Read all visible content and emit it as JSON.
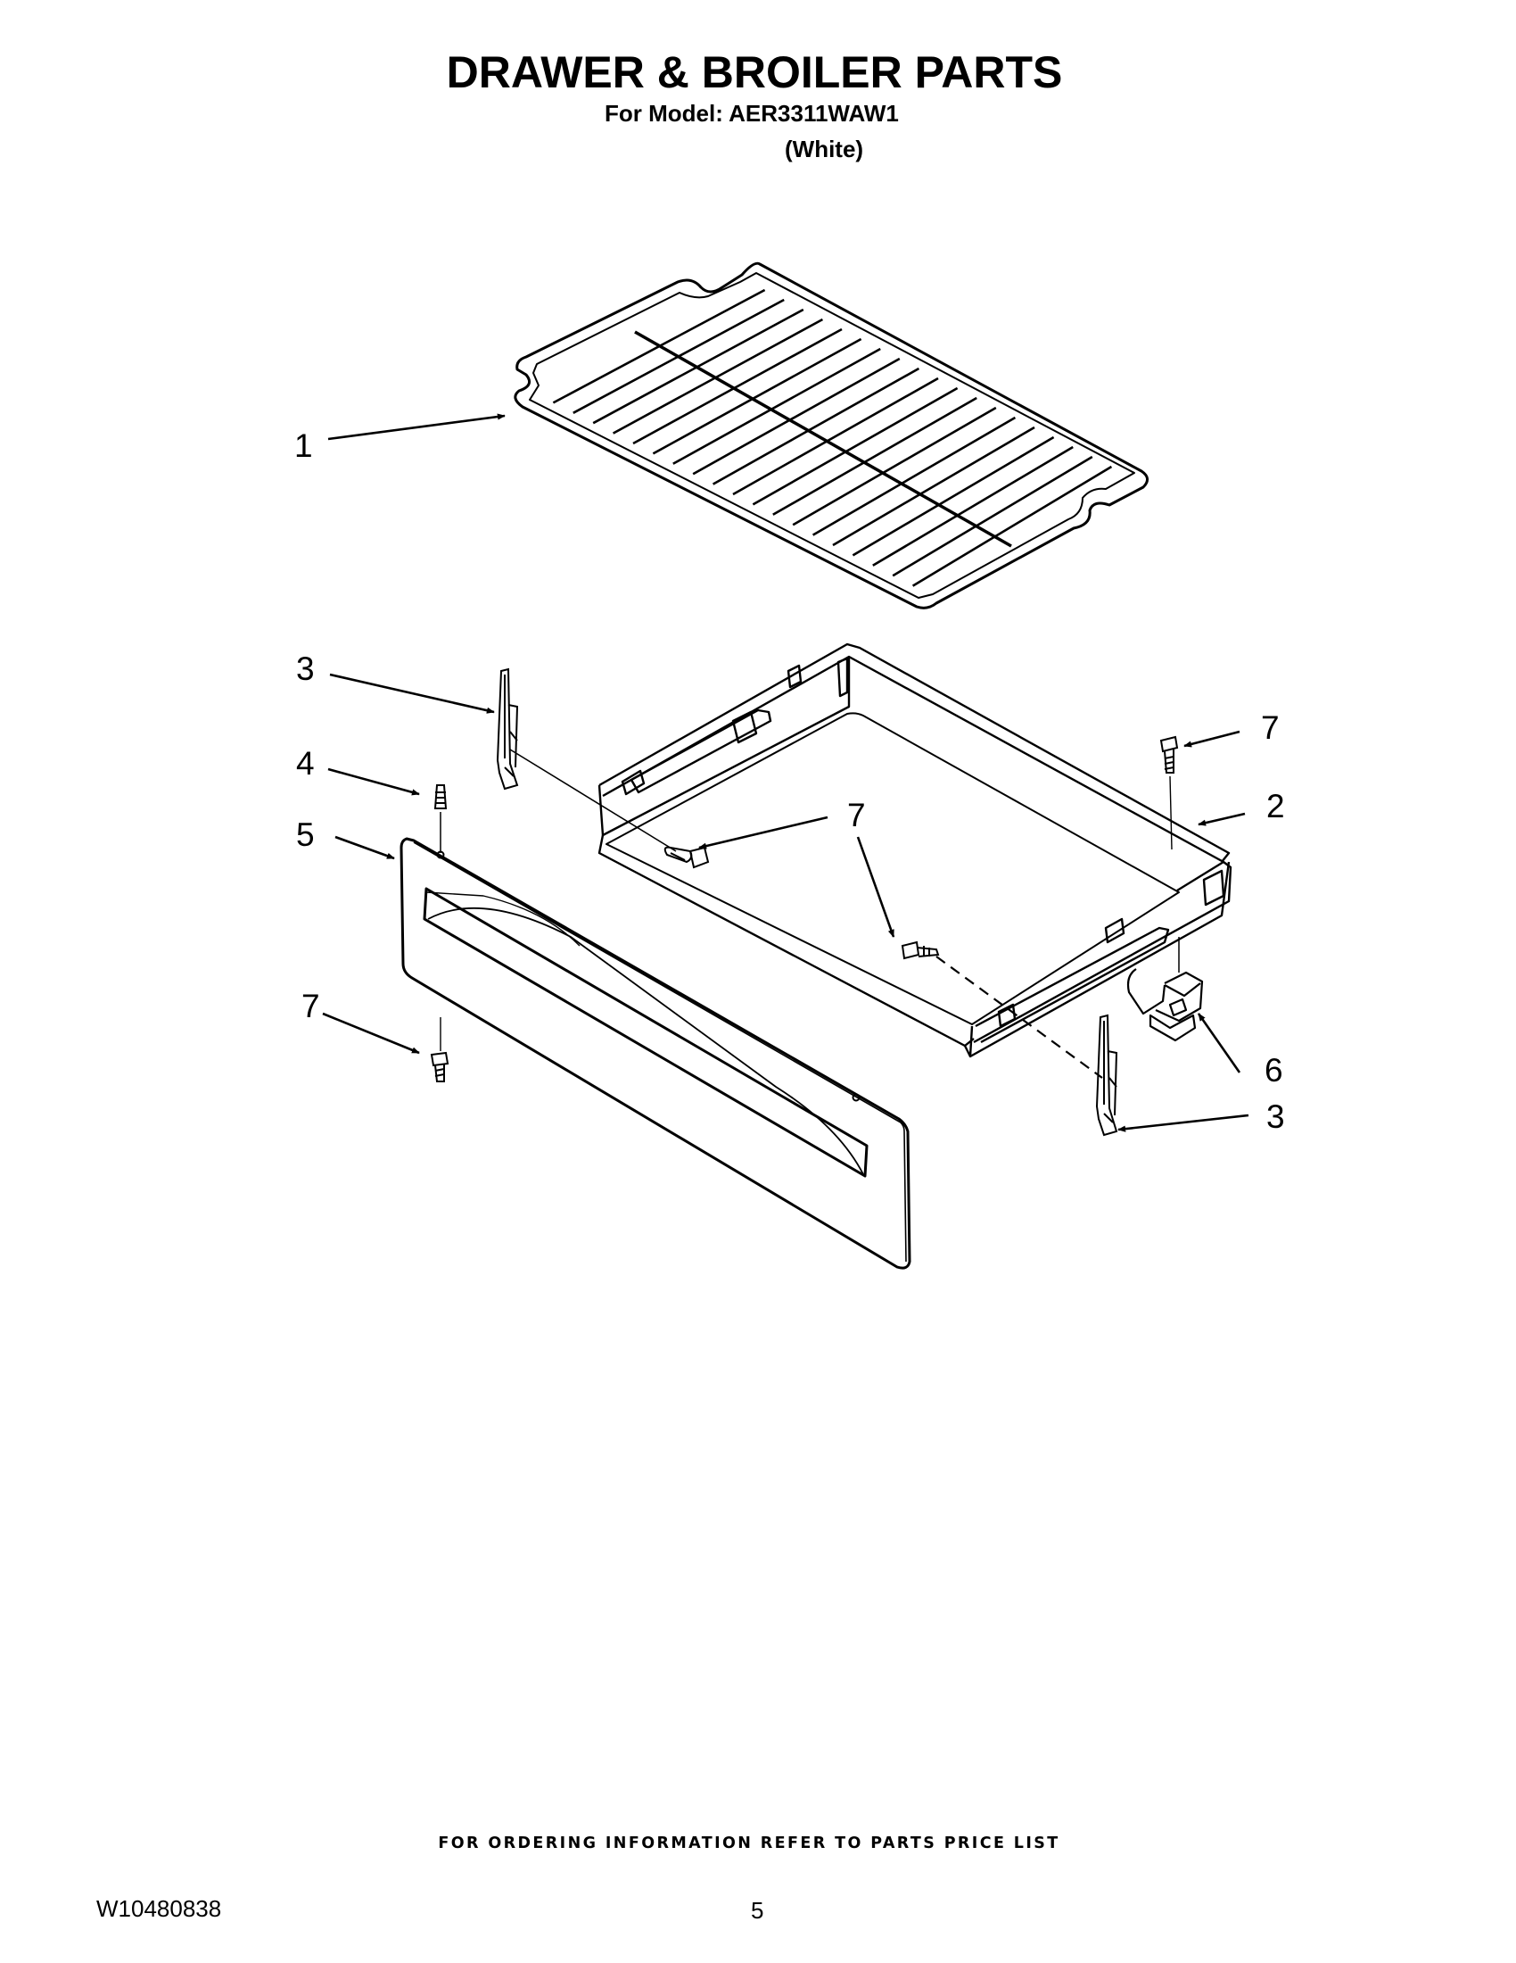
{
  "header": {
    "title": "DRAWER & BROILER PARTS",
    "model_line": "For Model: AER3311WAW1",
    "variant": "(White)"
  },
  "callouts": {
    "rack": "1",
    "drawer_body": "2",
    "slide_left": "3",
    "slide_right": "3",
    "stud": "4",
    "drawer_front": "5",
    "bracket": "6",
    "screw_top_right": "7",
    "screw_inner_a": "7",
    "screw_inner_b": "7",
    "screw_bottom_left": "7"
  },
  "footer": {
    "note": "FOR ORDERING INFORMATION REFER TO PARTS PRICE LIST",
    "doc_number": "W10480838",
    "page": "5"
  }
}
